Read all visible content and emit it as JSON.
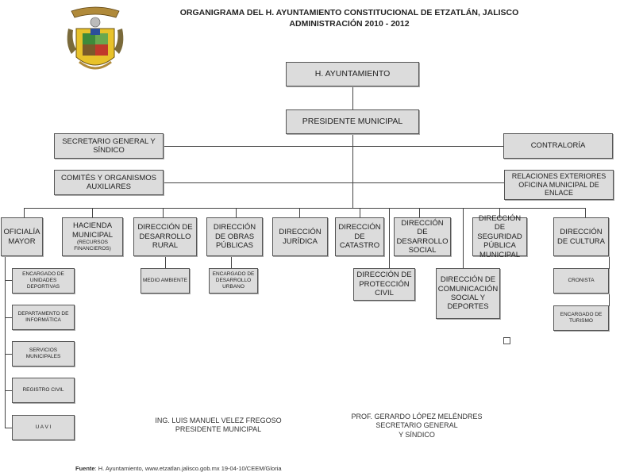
{
  "header": {
    "title_line1": "ORGANIGRAMA DEL H. AYUNTAMIENTO CONSTITUCIONAL DE ETZATLÁN, JALISCO",
    "title_line2": "ADMINISTRACIÓN 2010 - 2012"
  },
  "logo": {
    "name": "coat-of-arms-etzatlan",
    "colors": {
      "gold": "#e8c22a",
      "green": "#3f8a3a",
      "red": "#c0392b",
      "blue": "#2c4f9a",
      "brown": "#7a5a2a"
    }
  },
  "top": {
    "ayuntamiento": "H. AYUNTAMIENTO",
    "presidente": "PRESIDENTE MUNICIPAL"
  },
  "staff": {
    "secretario": "SECRETARIO GENERAL Y SÍNDICO",
    "contraloria": "CONTRALORÍA",
    "comites": "COMITÉS Y ORGANISMOS AUXILIARES",
    "relaciones": "RELACIONES EXTERIORES OFICINA MUNICIPAL DE ENLACE"
  },
  "departments": {
    "oficialia": "OFICIALÍA MAYOR",
    "hacienda": "HACIENDA MUNICIPAL",
    "hacienda_sub": "(RECURSOS FINANCIEROS)",
    "rural": "DIRECCIÓN DE DESARROLLO RURAL",
    "obras": "DIRECCIÓN DE OBRAS PÚBLICAS",
    "juridica": "DIRECCIÓN JURÍDICA",
    "catastro": "DIRECCIÓN DE CATASTRO",
    "proteccion": "DIRECCIÓN DE PROTECCIÓN CIVIL",
    "social": "DIRECCIÓN DE DESARROLLO SOCIAL",
    "comunicacion": "DIRECCIÓN DE COMUNICACIÓN SOCIAL Y DEPORTES",
    "seguridad": "DIRECCIÓN DE SEGURIDAD PÚBLICA MUNICIPAL",
    "cultura": "DIRECCIÓN DE CULTURA"
  },
  "sub_units": {
    "oficialia": [
      "ENCARGADO DE UNIDADES DEPORTIVAS",
      "DEPARTAMENTO DE INFORMÁTICA",
      "SERVICIOS MUNICIPALES",
      "REGISTRO CIVIL",
      "U A V I"
    ],
    "rural": "MEDIO AMBIENTE",
    "obras": "ENCARGADO DE DESARROLLO URBANO",
    "cultura": [
      "CRONISTA",
      "ENCARGADO DE TURISMO"
    ]
  },
  "signatures": {
    "left_name": "ING. LUIS MANUEL VELEZ FREGOSO",
    "left_role": "PRESIDENTE MUNICIPAL",
    "right_name": "PROF. GERARDO LÓPEZ MELÉNDRES",
    "right_role1": "SECRETARIO GENERAL",
    "right_role2": "Y SÍNDICO"
  },
  "source": {
    "label": "Fuente",
    "text": ": H. Ayuntamiento, www.etzatlan.jalisco.gob.mx 19-04-10/CEEM/Gloria"
  }
}
